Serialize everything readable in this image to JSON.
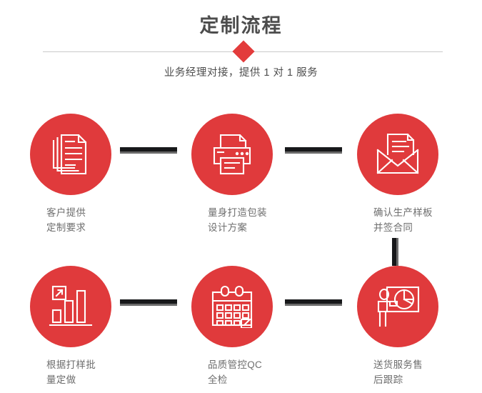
{
  "header": {
    "title": "定制流程",
    "subtitle": "业务经理对接，提供 1 对 1 服务",
    "accent_color": "#e33c3c",
    "title_color": "#4d4d4d",
    "divider_color": "#c9c9c9",
    "diamond_icon": "diamond-marker"
  },
  "theme": {
    "circle_color": "#e03a3c",
    "icon_color": "#ffffff",
    "label_color": "#6e6e6e",
    "connector_dark": "#17181a",
    "connector_light": "#6a6a6a",
    "background": "#ffffff"
  },
  "steps": [
    {
      "index": "1",
      "icon": "documents-stack-icon",
      "label": "客户提供\n定制要求"
    },
    {
      "index": "2",
      "icon": "printer-icon",
      "label": "量身打造包装\n设计方案"
    },
    {
      "index": "3",
      "icon": "envelope-document-icon",
      "label": "确认生产样板\n并签合同"
    },
    {
      "index": "4",
      "icon": "bar-chart-growth-icon",
      "label": "根据打样批\n量定做"
    },
    {
      "index": "5",
      "icon": "calendar-check-icon",
      "label": "品质管控QC\n全检"
    },
    {
      "index": "6",
      "icon": "presenter-pie-chart-icon",
      "label": "送货服务售\n后跟踪"
    }
  ],
  "connectors": [
    {
      "name": "connector-step1-step2",
      "orientation": "horizontal"
    },
    {
      "name": "connector-step2-step3",
      "orientation": "horizontal"
    },
    {
      "name": "connector-step4-step5",
      "orientation": "horizontal"
    },
    {
      "name": "connector-step5-step6",
      "orientation": "horizontal"
    },
    {
      "name": "connector-step3-step6",
      "orientation": "vertical"
    }
  ]
}
